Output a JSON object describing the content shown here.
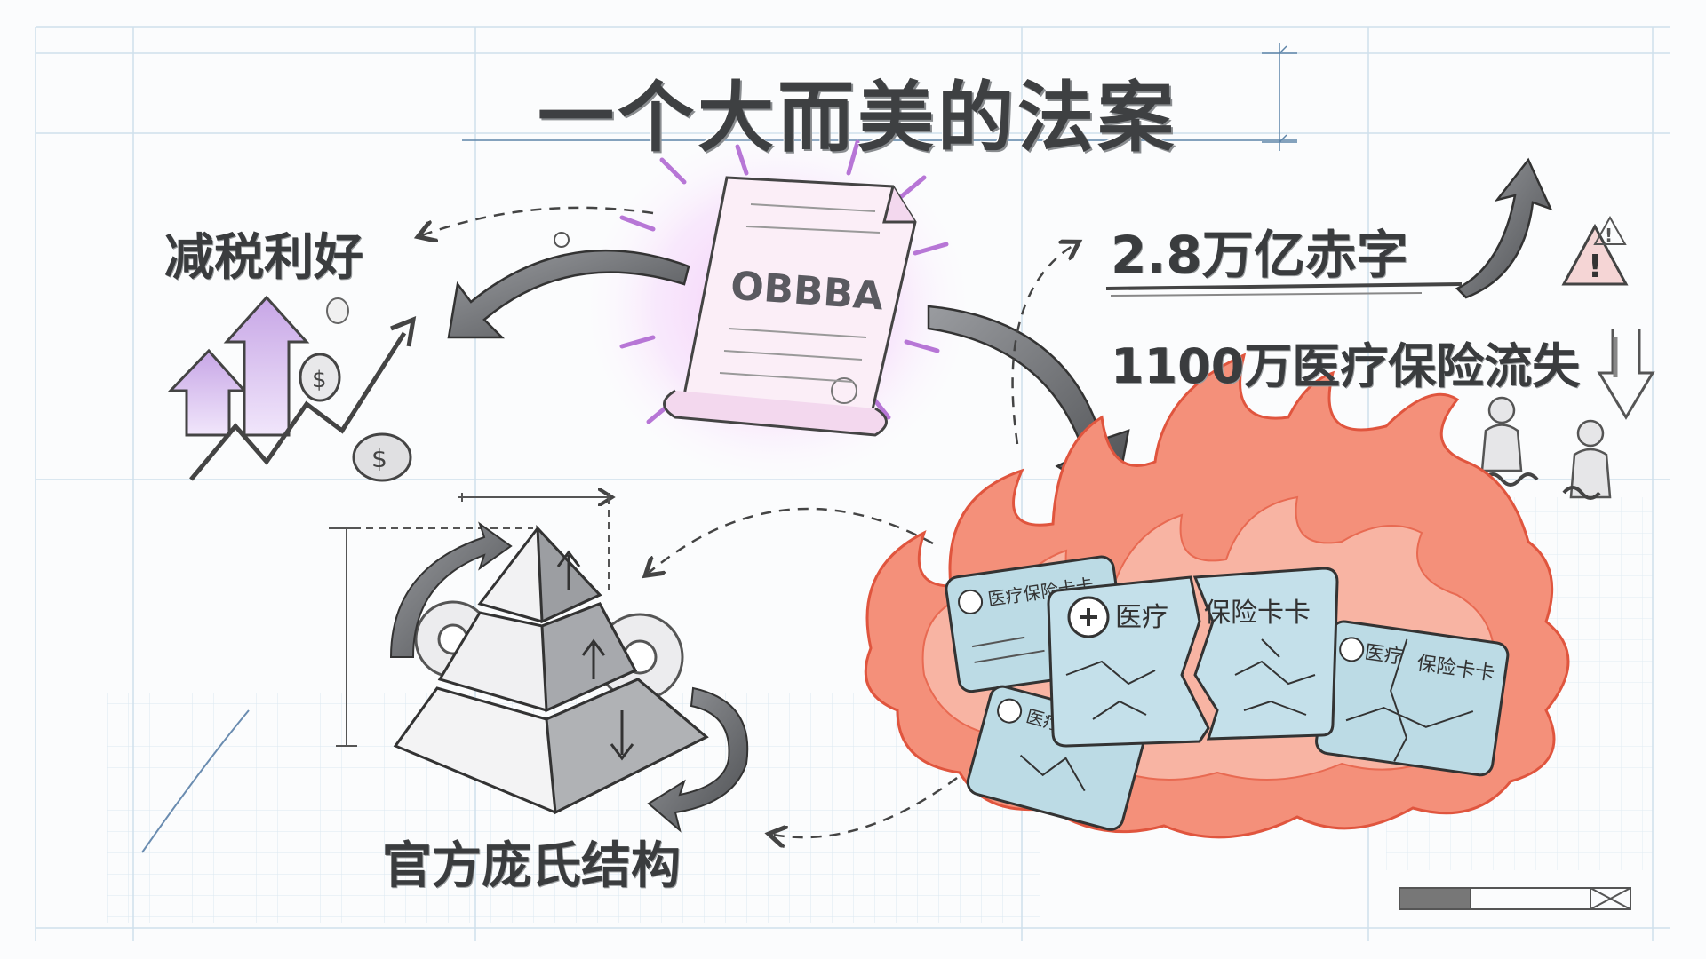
{
  "title": "一个大而美的法案",
  "bill": {
    "name": "OBBBA"
  },
  "labels": {
    "tax_benefit": "减税利好",
    "deficit": "2.8万亿赤字",
    "insurance_loss": "1100万医疗保险流失",
    "ponzi_structure": "官方庞氏结构"
  },
  "cards": {
    "center_left": "医疗",
    "center_right": "保险卡卡",
    "top_left": "医疗保险卡卡",
    "bottom_left": "医疗保险",
    "right_left": "医疗",
    "right_right": "保险卡卡"
  },
  "colors": {
    "ink": "#3a3c3e",
    "grid": "#cfe0ec",
    "fire": "#f07a63",
    "card": "#bcdbe5",
    "glow": "#e9a9f2",
    "arrow_purple": "#c7a6e6"
  },
  "icons": [
    "scroll-document-icon",
    "up-arrow-icon",
    "down-arrow-icon",
    "warning-icon",
    "coin-icon",
    "gear-icon",
    "pyramid-icon",
    "fire-icon",
    "people-broken-chain-icon"
  ]
}
